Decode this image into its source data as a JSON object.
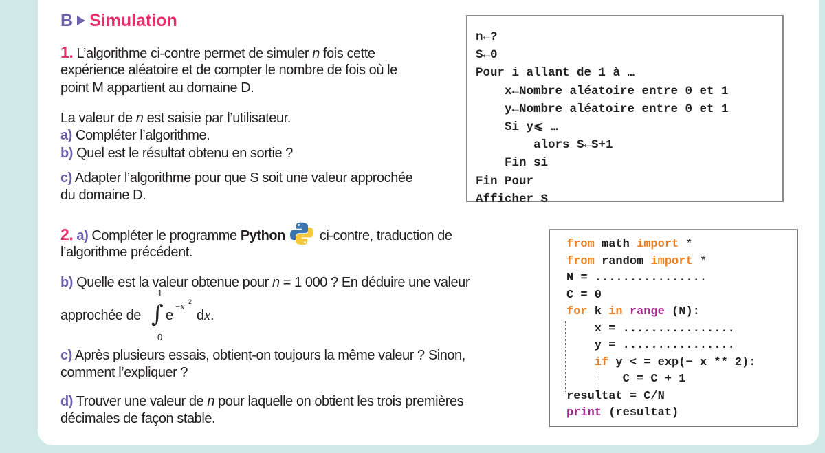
{
  "section": {
    "letter": "B",
    "title": "Simulation"
  },
  "q1": {
    "number": "1.",
    "lines": [
      "L’algorithme ci-contre permet de simuler ",
      "n",
      " fois cette",
      "expérience aléatoire et de compter le nombre de fois où le",
      "point M appartient au domaine D."
    ],
    "note_pre": "La valeur de ",
    "note_var": "n",
    "note_post": " est saisie par l’utilisateur.",
    "a_label": "a)",
    "a_text": " Compléter l’algorithme.",
    "b_label": "b)",
    "b_text": " Quel est le résultat obtenu en sortie ?",
    "c_label": "c)",
    "c_text": " Adapter l’algorithme pour que S soit une valeur approchée",
    "c_text2": "du domaine D."
  },
  "algorithm": [
    "n←?",
    "S←0",
    "Pour i allant de 1 à …",
    "    x←Nombre aléatoire entre 0 et 1",
    "    y←Nombre aléatoire entre 0 et 1",
    "    Si y⩽ …",
    "        alors S←S+1",
    "    Fin si",
    "Fin Pour",
    "Afficher S"
  ],
  "q2": {
    "number": "2.",
    "a_label": "a)",
    "a_text1": " Compléter le programme ",
    "a_bold": "Python",
    "a_text2": "ci-contre, traduction de",
    "a_text3": "l’algorithme précédent.",
    "b_label": "b)",
    "b_text1": " Quelle est la valeur obtenue pour ",
    "b_var": "n",
    "b_text2": " = 1 000 ? En déduire une valeur",
    "b_text3": "approchée de",
    "integral": {
      "upper": "1",
      "lower": "0",
      "base": "e",
      "exponent": "−x",
      "exp_power": "2",
      "dx": "d",
      "dx_var": "x",
      "end": "."
    },
    "c_label": "c)",
    "c_text1": " Après plusieurs essais, obtient-on toujours la même valeur ? Sinon,",
    "c_text2": "comment l’expliquer ?",
    "d_label": "d)",
    "d_text1": " Trouver une valeur de ",
    "d_var": "n",
    "d_text2": " pour laquelle on obtient les trois premières",
    "d_text3": "décimales de façon stable."
  },
  "python": {
    "l1": [
      "from",
      " math ",
      "import",
      " *"
    ],
    "l2": [
      "from",
      " random ",
      "import",
      " *"
    ],
    "l3": "N = ................",
    "l4": "C = 0",
    "l5": [
      "for",
      " k ",
      "in",
      " ",
      "range",
      " (N):"
    ],
    "l6": "    x = ................",
    "l7": "    y = ................",
    "l8": [
      "    ",
      "if",
      " y < = exp(− x ** 2):"
    ],
    "l9": "        C = C + 1",
    "l10": "resultat = C/N",
    "l11": [
      "print",
      " (resultat)"
    ]
  },
  "colors": {
    "pink": "#e5306a",
    "purple": "#6d60ad",
    "keyword": "#f08020",
    "builtin": "#a4288f",
    "background": "#cfe9e9"
  }
}
